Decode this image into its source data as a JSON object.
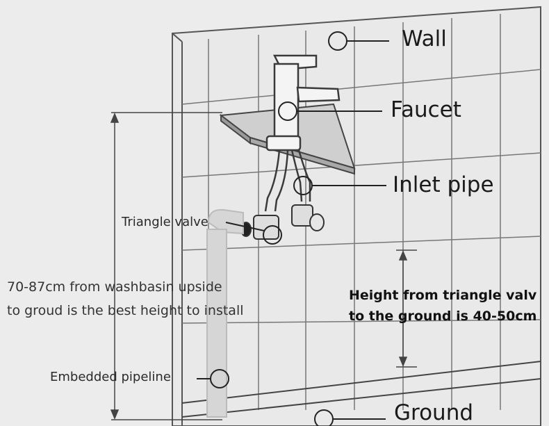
{
  "labels": {
    "wall": "Wall",
    "faucet": "Faucet",
    "inlet_pipe": "Inlet pipe",
    "triangle_valve": "Triangle valve",
    "embedded_pipeline": "Embedded pipeline",
    "ground": "Ground",
    "washbasin_note_line1": "70-87cm from washbasin upside",
    "washbasin_note_line2": "to groud  is the best height to install",
    "valve_height_line1": "Height from triangle valv",
    "valve_height_line2": " to the ground is 40-50cm"
  },
  "colors": {
    "background": "#ececec",
    "line": "#3a3a3a",
    "light_line": "#8a8a8a"
  }
}
